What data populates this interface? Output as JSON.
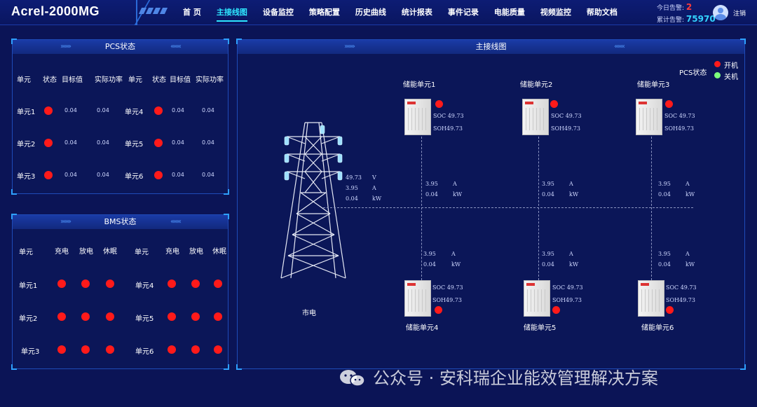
{
  "header": {
    "app_title": "Acrel-2000MG",
    "nav": [
      "首 页",
      "主接线图",
      "设备监控",
      "策略配置",
      "历史曲线",
      "统计报表",
      "事件记录",
      "电能质量",
      "视频监控",
      "帮助文档"
    ],
    "active_nav": "主接线图",
    "today_alarm_label": "今日告警:",
    "today_alarm_value": "2",
    "total_alarm_label": "累计告警:",
    "total_alarm_value": "75970",
    "logout_label": "注销"
  },
  "pcs": {
    "title": "PCS状态",
    "headers": [
      "单元",
      "状态",
      "目标值",
      "实际功率",
      "单元",
      "状态",
      "目标值",
      "实际功率"
    ],
    "rows": [
      {
        "l_unit": "单元1",
        "l_target": "0.04",
        "l_actual": "0.04",
        "r_unit": "单元4",
        "r_target": "0.04",
        "r_actual": "0.04"
      },
      {
        "l_unit": "单元2",
        "l_target": "0.04",
        "l_actual": "0.04",
        "r_unit": "单元5",
        "r_target": "0.04",
        "r_actual": "0.04"
      },
      {
        "l_unit": "单元3",
        "l_target": "0.04",
        "l_actual": "0.04",
        "r_unit": "单元6",
        "r_target": "0.04",
        "r_actual": "0.04"
      }
    ]
  },
  "bms": {
    "title": "BMS状态",
    "headers": [
      "单元",
      "充电",
      "放电",
      "休眠",
      "单元",
      "充电",
      "放电",
      "休眠"
    ],
    "rows": [
      {
        "l_unit": "单元1",
        "r_unit": "单元4"
      },
      {
        "l_unit": "单元2",
        "r_unit": "单元5"
      },
      {
        "l_unit": "单元3",
        "r_unit": "单元6"
      }
    ]
  },
  "diagram": {
    "title": "主接线图",
    "legend_title": "PCS状态",
    "legend_on": "开机",
    "legend_off": "关机",
    "colors": {
      "on": "#ff1a1a",
      "off": "#7cff7c"
    },
    "grid_label": "市电",
    "grid_values": [
      {
        "value": "49.73",
        "unit": "V"
      },
      {
        "value": "3.95",
        "unit": "A"
      },
      {
        "value": "0.04",
        "unit": "kW"
      }
    ],
    "units_top": [
      {
        "name": "储能单元1",
        "soc": "SOC 49.73",
        "soh": "SOH49.73",
        "current": "3.95",
        "current_unit": "A",
        "power": "0.04",
        "power_unit": "kW"
      },
      {
        "name": "储能单元2",
        "soc": "SOC 49.73",
        "soh": "SOH49.73",
        "current": "3.95",
        "current_unit": "A",
        "power": "0.04",
        "power_unit": "kW"
      },
      {
        "name": "储能单元3",
        "soc": "SOC 49.73",
        "soh": "SOH49.73",
        "current": "3.95",
        "current_unit": "A",
        "power": "0.04",
        "power_unit": "kW"
      }
    ],
    "units_bottom": [
      {
        "name": "储能单元4",
        "soc": "SOC 49.73",
        "soh": "SOH49.73",
        "current": "3.95",
        "current_unit": "A",
        "power": "0.04",
        "power_unit": "kW"
      },
      {
        "name": "储能单元5",
        "soc": "SOC 49.73",
        "soh": "SOH49.73",
        "current": "3.95",
        "current_unit": "A",
        "power": "0.04",
        "power_unit": "kW"
      },
      {
        "name": "储能单元6",
        "soc": "SOC 49.73",
        "soh": "SOH49.73",
        "current": "3.95",
        "current_unit": "A",
        "power": "0.04",
        "power_unit": "kW"
      }
    ]
  },
  "watermark": "公众号 · 安科瑞企业能效管理解决方案"
}
